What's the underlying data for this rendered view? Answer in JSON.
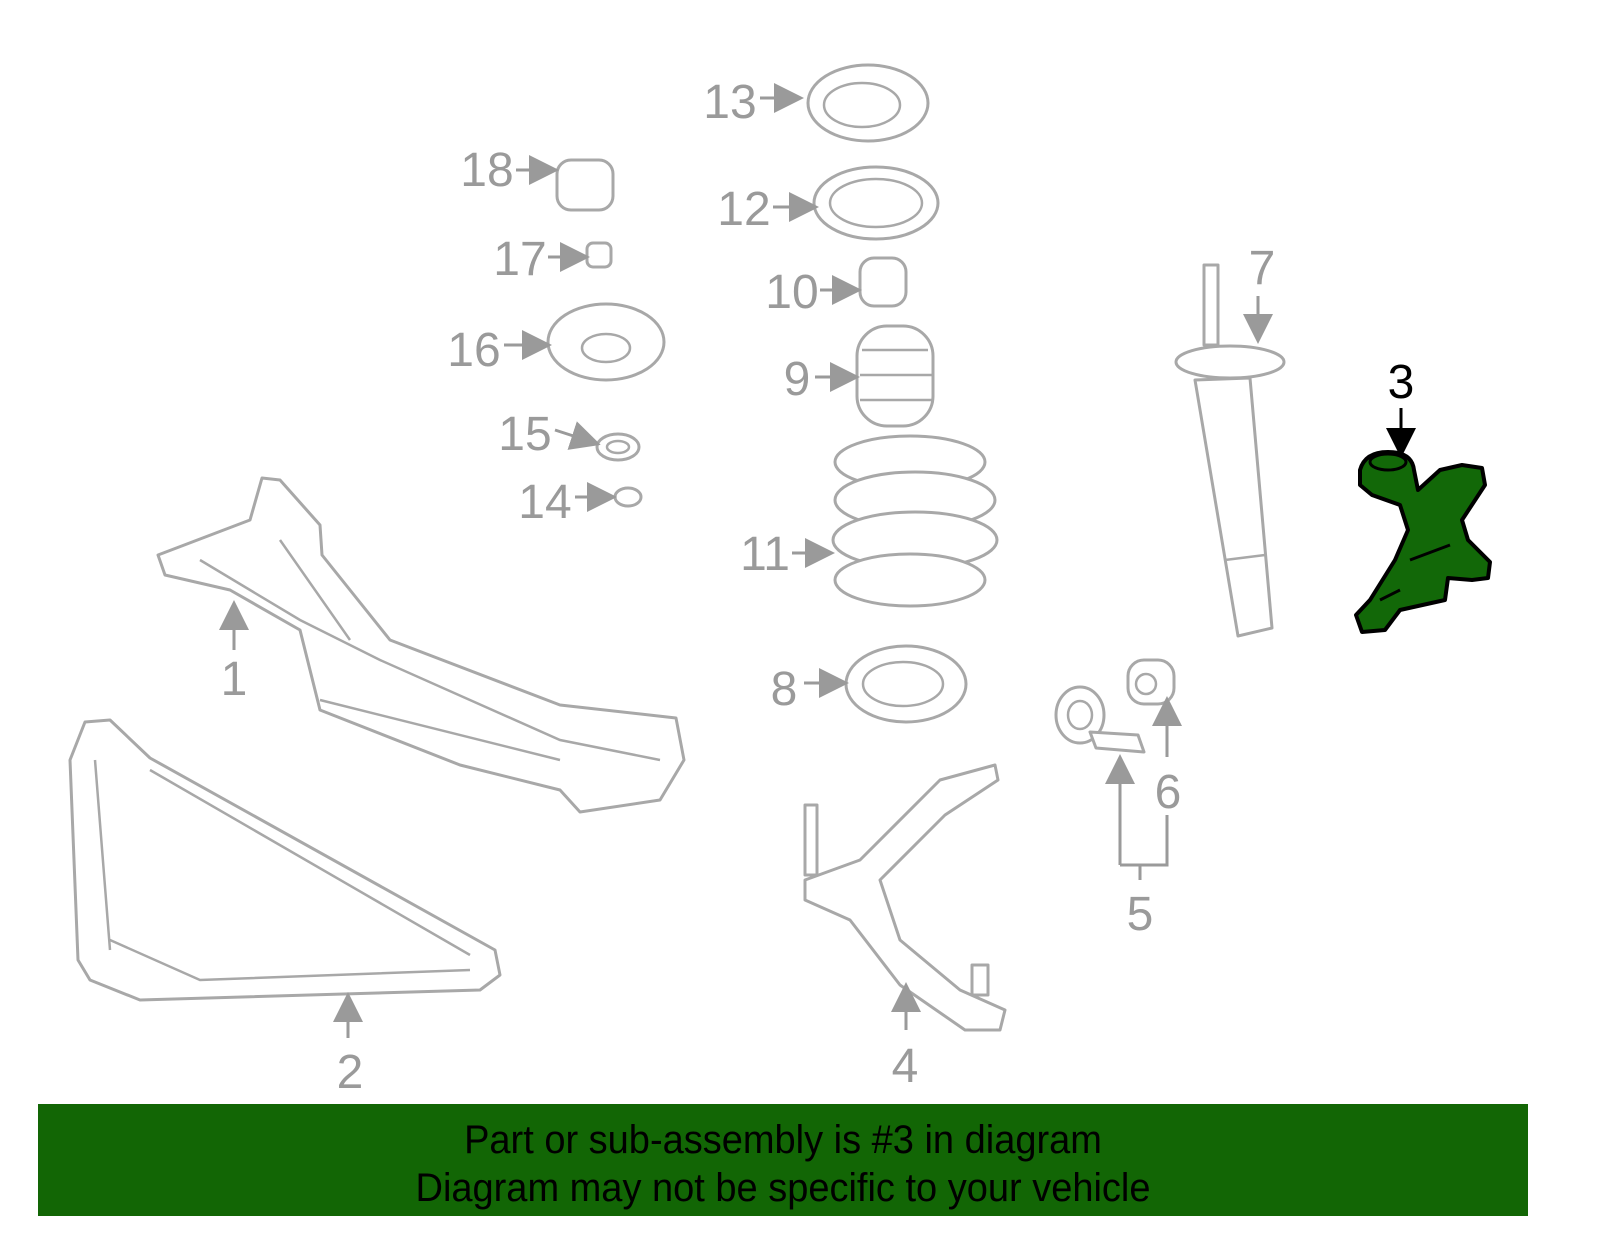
{
  "diagram": {
    "callouts": [
      "1",
      "2",
      "3",
      "4",
      "5",
      "6",
      "7",
      "8",
      "9",
      "10",
      "11",
      "12",
      "13",
      "14",
      "15",
      "16",
      "17",
      "18"
    ],
    "selected_callout": "3",
    "highlight_color": "#126808"
  },
  "banner": {
    "line1": "Part or sub-assembly is #3 in diagram",
    "line2": "Diagram may not be specific to your vehicle",
    "background": "#126605"
  }
}
